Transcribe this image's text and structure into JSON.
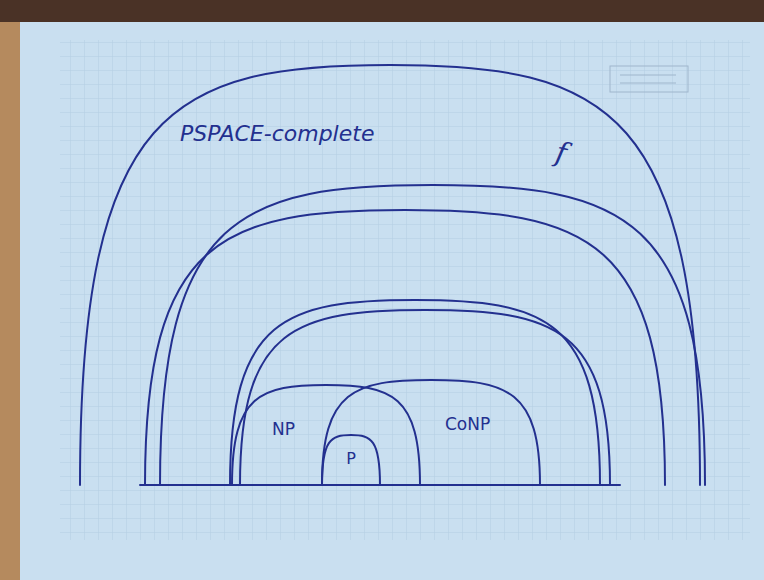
{
  "diagram": {
    "nodes": [
      {
        "text": [
          "PSPACE-complete"
        ]
      },
      {
        "text": [
          "NP"
        ],
        "in": 0
      },
      {
        "text": [
          "CoNP"
        ],
        "in": 0
      },
      {
        "text": [
          "P"
        ],
        "in": 1
      }
    ],
    "labels": [
      "f"
    ]
  }
}
